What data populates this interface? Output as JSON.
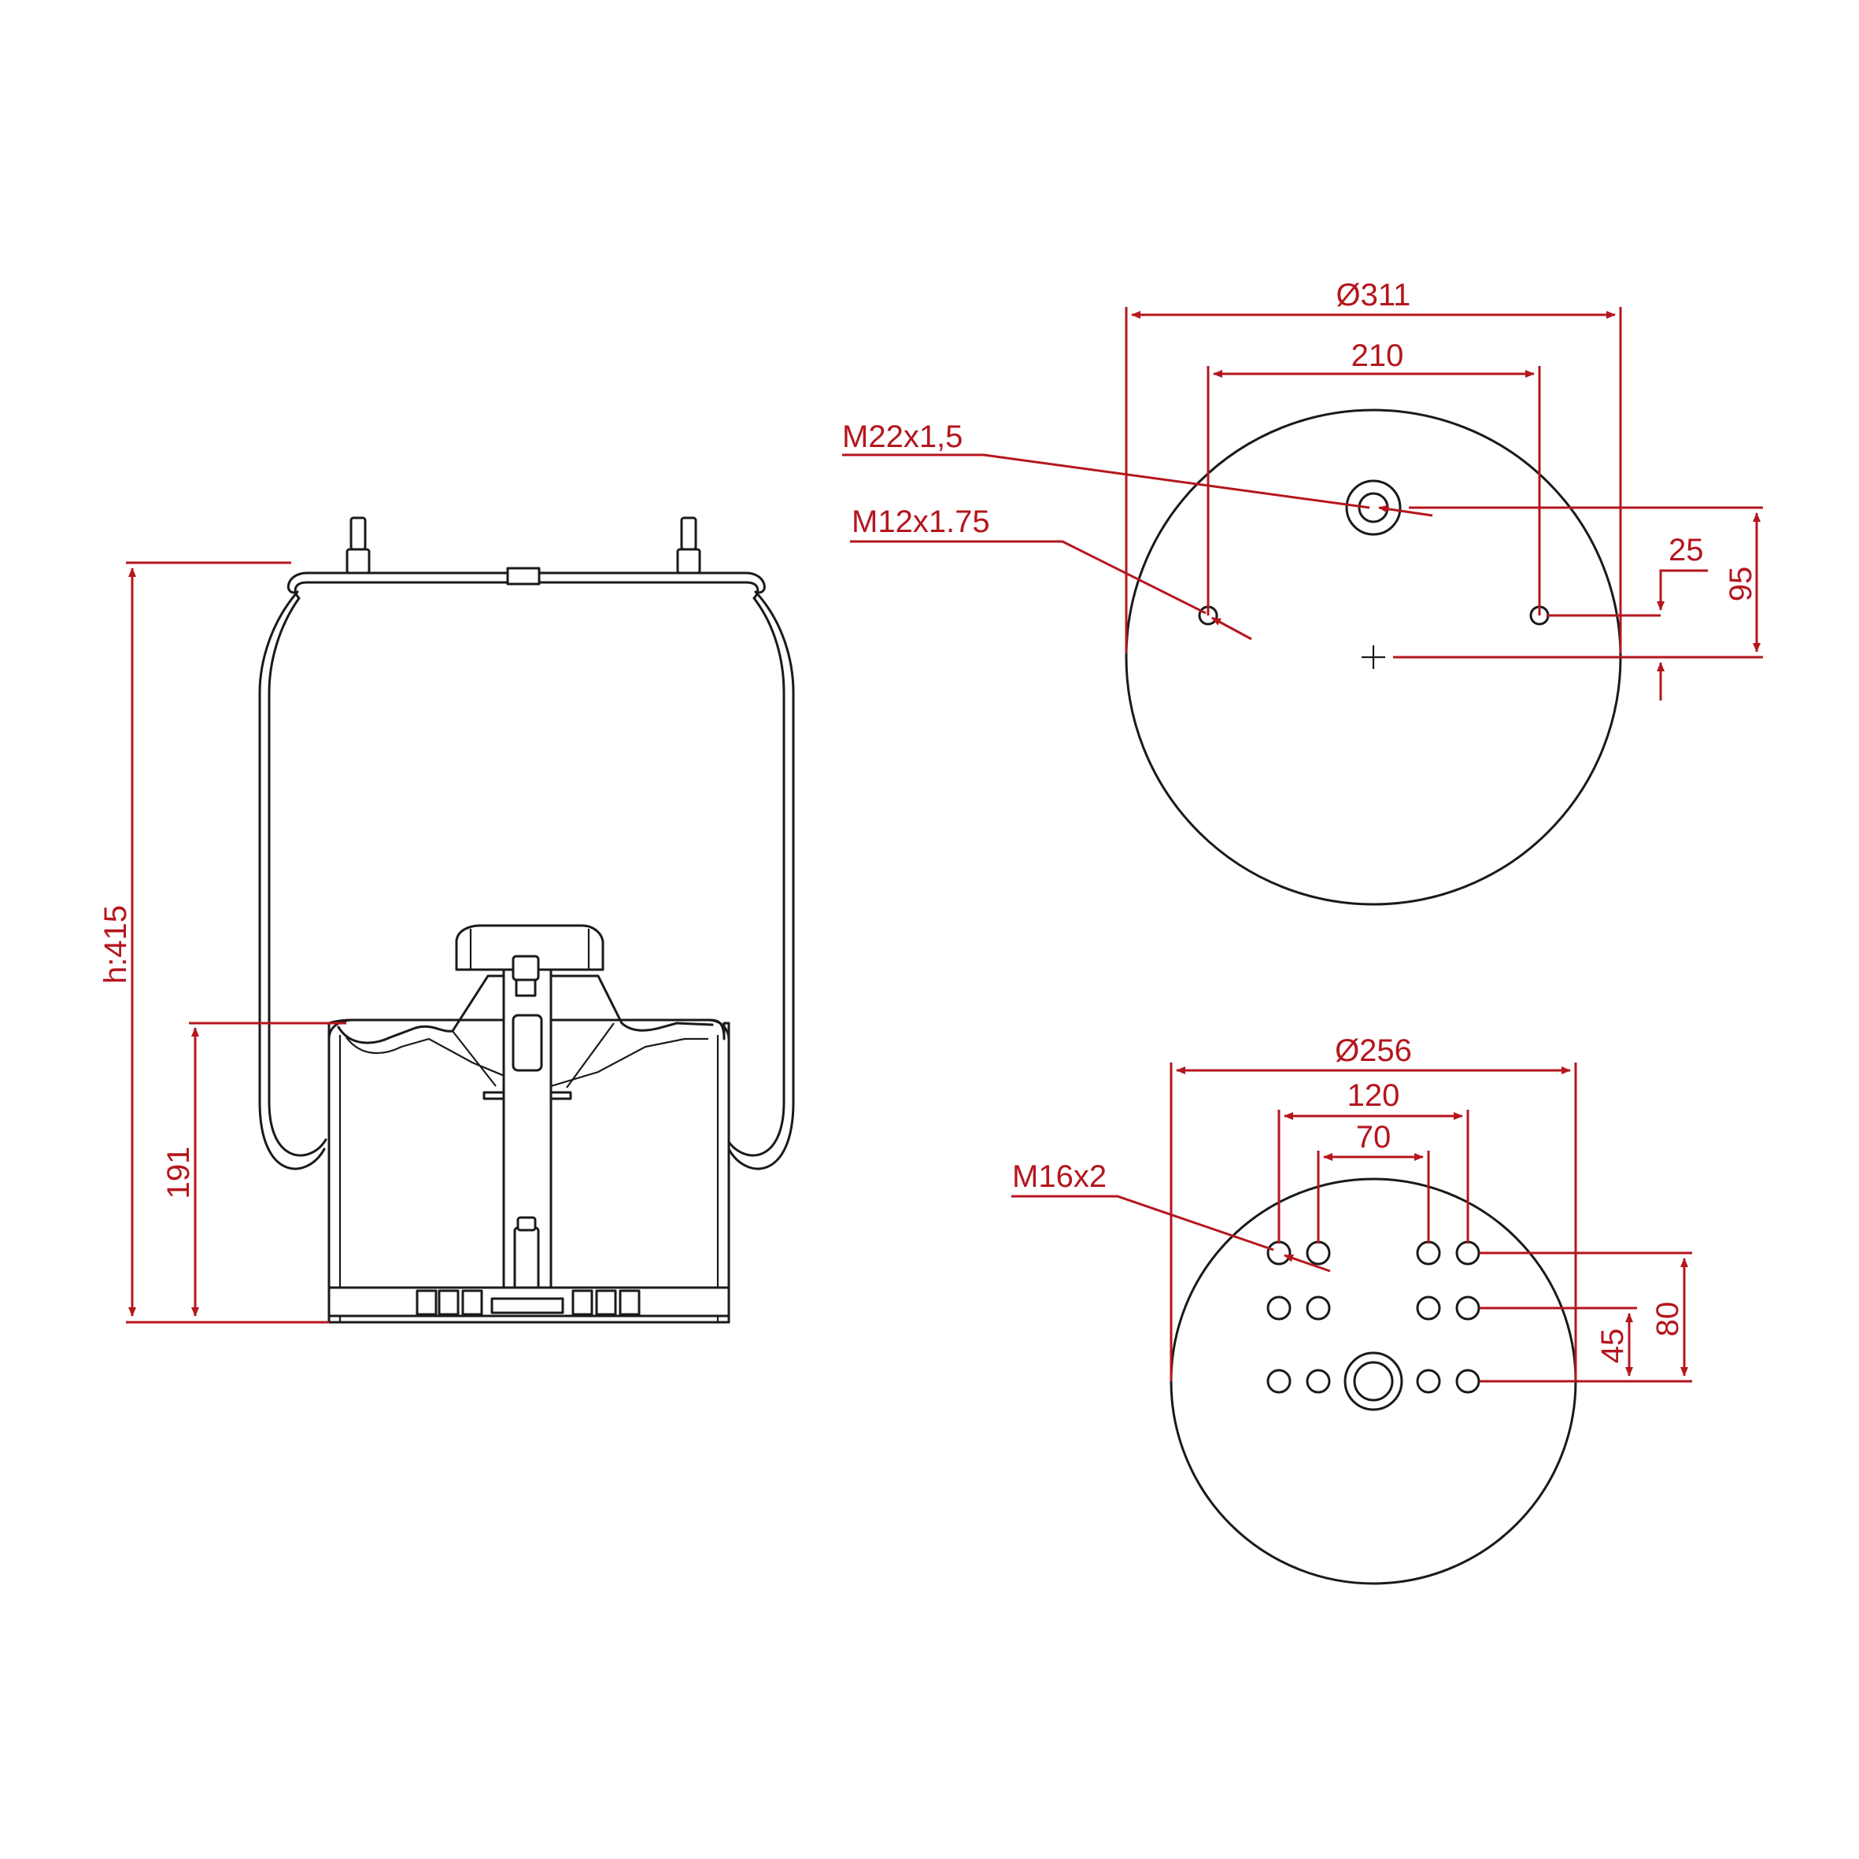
{
  "side_view": {
    "height_label": "h:415",
    "piston_height_label": "191"
  },
  "top_plate": {
    "diameter_label": "Ø311",
    "stud_spacing_label": "210",
    "air_port_label": "M22x1,5",
    "stud_thread_label": "M12x1.75",
    "offset_label": "25",
    "port_offset_label": "95"
  },
  "bottom_plate": {
    "diameter_label": "Ø256",
    "outer_spacing_label": "120",
    "inner_spacing_label": "70",
    "bolt_thread_label": "M16x2",
    "row_spacing_small_label": "45",
    "row_spacing_large_label": "80"
  },
  "colors": {
    "dimension": "#b5161d",
    "outline": "#1a1a1a"
  }
}
